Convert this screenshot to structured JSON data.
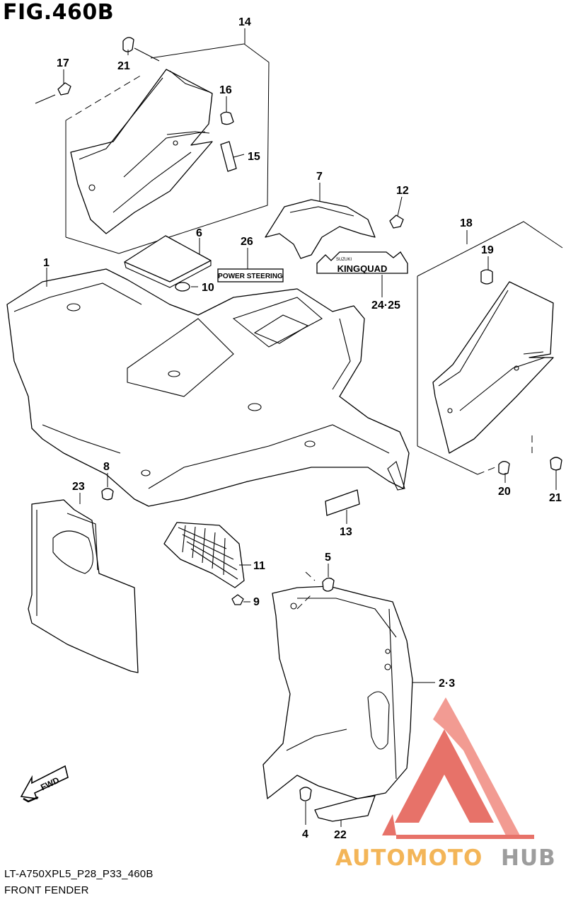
{
  "figure": {
    "title": "FIG.460B",
    "model_code": "LT-A750XPL5_P28_P33_460B",
    "name": "FRONT FENDER"
  },
  "callouts": {
    "c1": "1",
    "c23": "2·3",
    "c4": "4",
    "c5": "5",
    "c6": "6",
    "c7": "7",
    "c8": "8",
    "c9": "9",
    "c10": "10",
    "c11": "11",
    "c12": "12",
    "c13": "13",
    "c14": "14",
    "c15": "15",
    "c16": "16",
    "c17": "17",
    "c18": "18",
    "c19": "19",
    "c20": "20",
    "c21a": "21",
    "c21b": "21",
    "c22": "22",
    "c23b": "23",
    "c2425": "24·25",
    "c26": "26"
  },
  "decals": {
    "power_steering": "POWER STEERING",
    "kingquad": "KINGQUAD",
    "kingquad_small": "SUZUKI"
  },
  "fwd_arrow": "FWD",
  "watermark": {
    "text_left": "AUTOMOTO",
    "text_right": "HUB",
    "color_left": "#f2a93b",
    "color_right": "#8c8c8c",
    "triangle_color": "#e35a4f"
  }
}
